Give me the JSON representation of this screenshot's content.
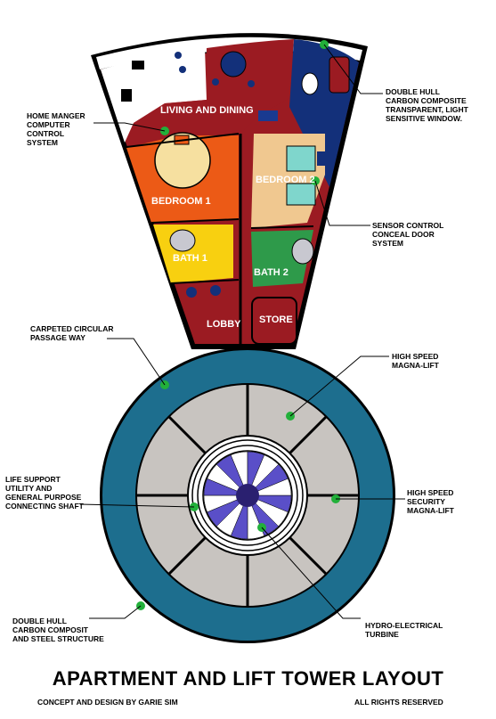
{
  "title": "APARTMENT AND LIFT TOWER LAYOUT",
  "credit_left": "CONCEPT AND DESIGN BY GARIE SIM",
  "credit_right": "ALL RIGHTS RESERVED",
  "rooms": {
    "living": "LIVING AND DINING",
    "bedroom1": "BEDROOM 1",
    "bedroom2": "BEDROOM 2",
    "bath1": "BATH 1",
    "bath2": "BATH 2",
    "lobby": "LOBBY",
    "store": "STORE"
  },
  "callouts": {
    "home_manager": "HOME MANGER\nCOMPUTER\nCONTROL\nSYSTEM",
    "double_hull_window": "DOUBLE HULL\nCARBON COMPOSITE\nTRANSPARENT, LIGHT\nSENSITIVE WINDOW.",
    "sensor_door": "SENSOR CONTROL\nCONCEAL DOOR\nSYSTEM",
    "carpeted_passage": "CARPETED CIRCULAR\nPASSAGE WAY",
    "high_speed_lift": "HIGH SPEED\nMAGNA-LIFT",
    "life_support": "LIFE SUPPORT\nUTILITY AND\nGENERAL PURPOSE\nCONNECTING SHAFT",
    "security_lift": "HIGH SPEED\nSECURITY\nMAGNA-LIFT",
    "double_hull_structure": "DOUBLE HULL\nCARBON COMPOSIT\nAND STEEL STRUCTURE",
    "turbine": "HYDRO-ELECTRICAL\nTURBINE"
  },
  "colors": {
    "wall_black": "#000000",
    "carpet_red": "#9b1b22",
    "ring_blue": "#1d6e8e",
    "lift_grey": "#c8c4c0",
    "turbine_purple": "#5a4fc8",
    "turbine_core": "#2a2070",
    "window_navy": "#13307a",
    "bedroom_orange": "#ec5a16",
    "bedroom_tan": "#f0c890",
    "bath_yellow": "#f8d010",
    "bath_green": "#2e9a4a",
    "indicator_green": "#22b03a"
  }
}
